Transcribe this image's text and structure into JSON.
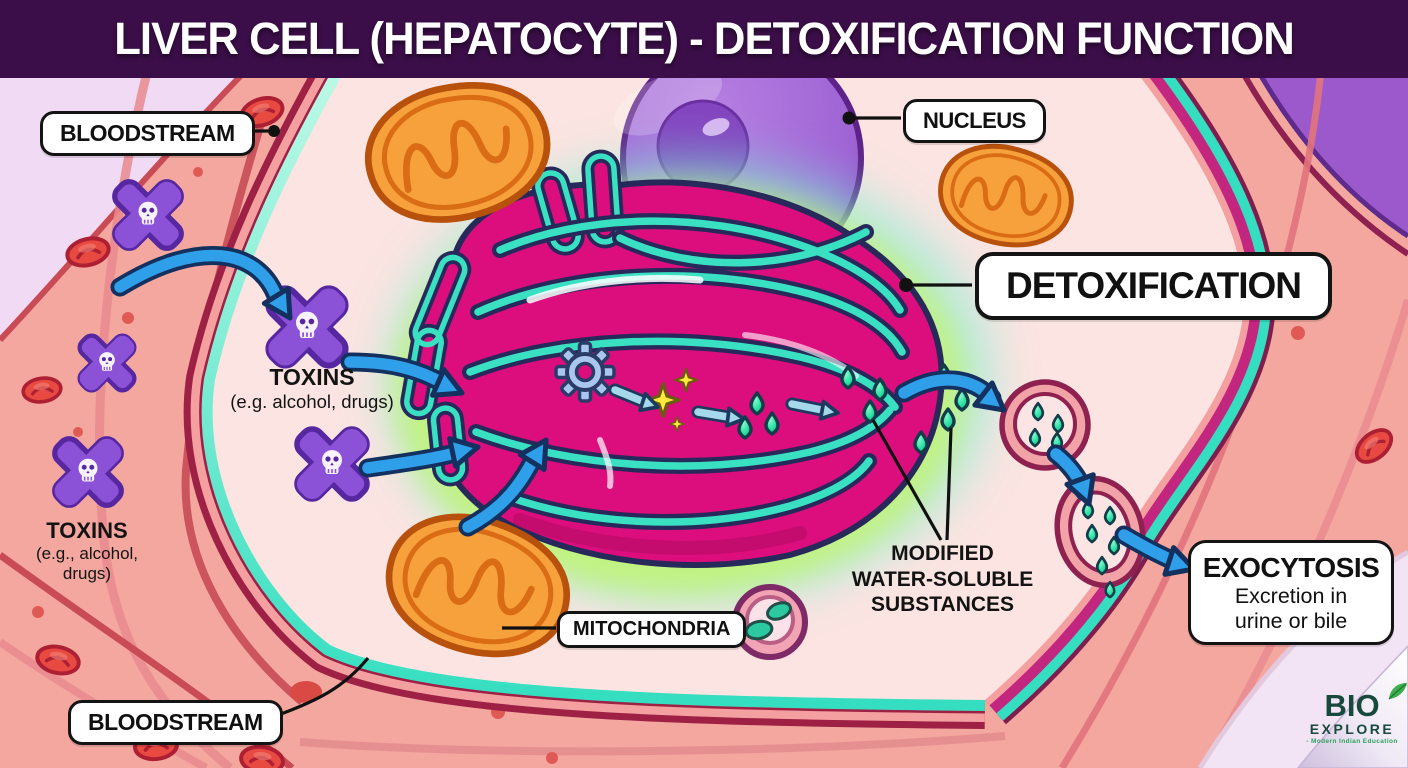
{
  "title": "LIVER CELL (HEPATOCYTE) - DETOXIFICATION FUNCTION",
  "labels": {
    "bloodstream_top": "BLOODSTREAM",
    "nucleus": "NUCLEUS",
    "detoxification": "DETOXIFICATION",
    "mitochondria": "MITOCHONDRIA",
    "bloodstream_bottom": "BLOODSTREAM",
    "toxins_cell": {
      "title": "TOXINS",
      "subtitle": "(e.g. alcohol, drugs)"
    },
    "toxins_blood": {
      "title": "TOXINS",
      "line1": "(e.g., alcohol,",
      "line2": "drugs)"
    },
    "modified": {
      "line1": "MODIFIED",
      "line2": "WATER-SOLUBLE",
      "line3": "SUBSTANCES"
    },
    "exocytosis": {
      "title": "EXOCYTOSIS",
      "line1": "Excretion in",
      "line2": "urine or bile"
    }
  },
  "logo": {
    "name": "BIO",
    "sub": "EXPLORE",
    "tagline": "- Modern Indian Education"
  },
  "icons": {
    "toxin": "skull-icon",
    "enzyme": "gear-icon",
    "reaction": "sparkle-icon",
    "metabolite": "droplet-icon",
    "flow": "arrow-icon"
  },
  "colors": {
    "title_bg": "#3c0e49",
    "membrane_teal": "#35dec0",
    "er_magenta": "#dc0d7c",
    "nucleus_purple": "#9f63d4",
    "mitochondria_orange": "#f6a13b",
    "toxin_purple": "#8b51d6",
    "arrow_blue": "#2e9fe8",
    "droplet_teal": "#2ee3a6",
    "blood_pink": "#f3a79f",
    "logo_green": "#17493c"
  }
}
